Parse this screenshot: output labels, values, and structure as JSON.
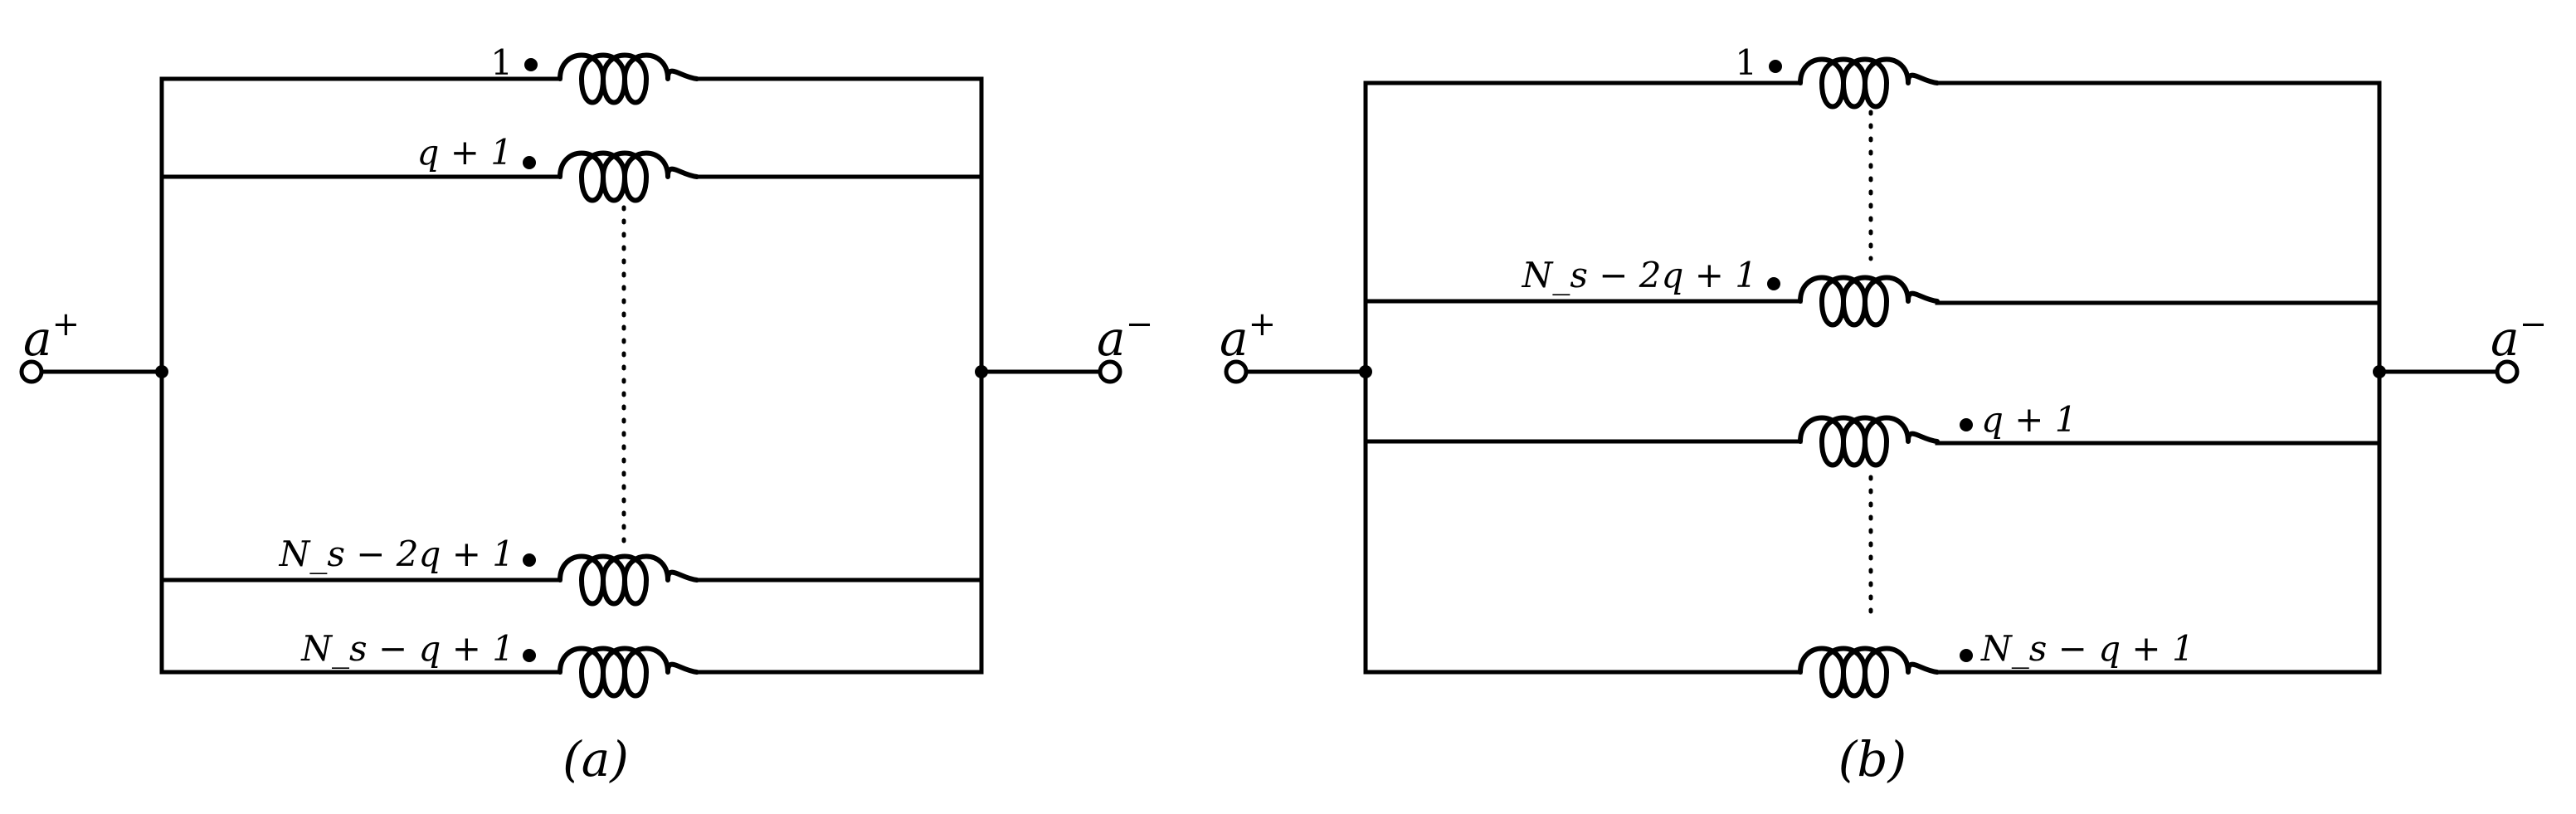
{
  "panel_a": {
    "caption": "(a)",
    "terminal_left": {
      "base": "a",
      "sup": "+"
    },
    "terminal_right": {
      "base": "a",
      "sup": "−"
    },
    "windings": [
      {
        "label": "1"
      },
      {
        "label": "q + 1"
      },
      {
        "label": "N_s − 2q + 1"
      },
      {
        "label": "N_s − q + 1"
      }
    ]
  },
  "panel_b": {
    "caption": "(b)",
    "terminal_left": {
      "base": "a",
      "sup": "+"
    },
    "terminal_right": {
      "base": "a",
      "sup": "−"
    },
    "windings": [
      {
        "label": "1"
      },
      {
        "label": "N_s − 2q + 1"
      },
      {
        "label": "q + 1"
      },
      {
        "label": "N_s − q + 1"
      }
    ]
  }
}
